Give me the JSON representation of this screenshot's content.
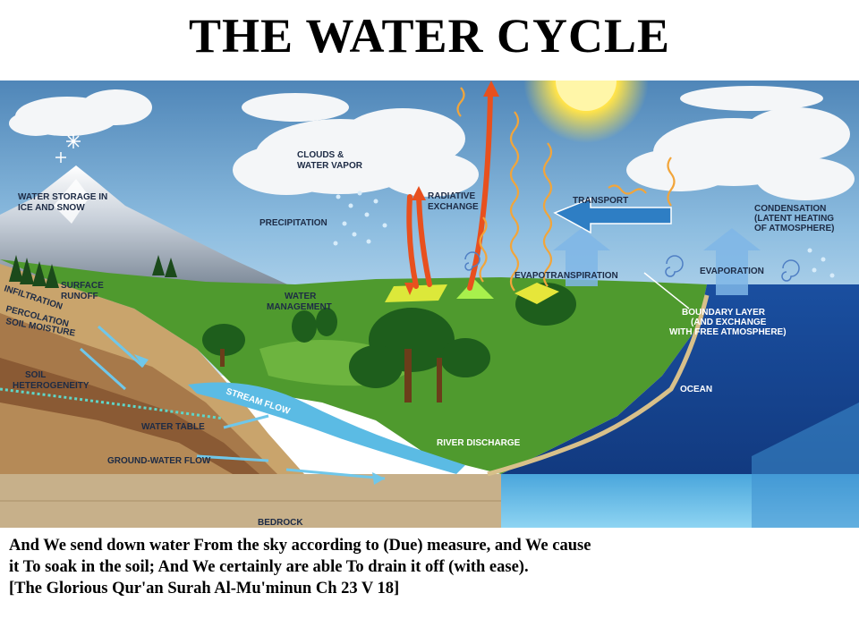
{
  "title": "THE WATER CYCLE",
  "labels": {
    "clouds": [
      "CLOUDS &",
      "WATER VAPOR"
    ],
    "storage": [
      "WATER STORAGE IN",
      "ICE AND SNOW"
    ],
    "precipitation": "PRECIPITATION",
    "radiative": [
      "RADIATIVE",
      "EXCHANGE"
    ],
    "transport": "TRANSPORT",
    "condensation": [
      "CONDENSATION",
      "(LATENT HEATING",
      "OF ATMOSPHERE)"
    ],
    "surface_runoff": [
      "SURFACE",
      "RUNOFF"
    ],
    "infiltration": "INFILTRATION",
    "percolation": "PERCOLATION",
    "soil_moisture": "SOIL MOISTURE",
    "water_management": [
      "WATER",
      "MANAGEMENT"
    ],
    "evapotranspiration": "EVAPOTRANSPIRATION",
    "evaporation": "EVAPORATION",
    "boundary": [
      "BOUNDARY LAYER",
      "(AND EXCHANGE",
      "WITH FREE ATMOSPHERE)"
    ],
    "soil_heterogeneity": [
      "SOIL",
      "HETEROGENEITY"
    ],
    "ocean": "OCEAN",
    "stream_flow": "STREAM FLOW",
    "water_table": "WATER TABLE",
    "river_discharge": "RIVER DISCHARGE",
    "groundwater": "GROUND-WATER FLOW",
    "bedrock": "BEDROCK"
  },
  "quote": {
    "line1": "And We send down water From the sky according to (Due) measure, and We cause",
    "line2": "it To soak in the soil; And We certainly are able To drain it off (with ease).",
    "line3": "[The Glorious Qur'an Surah Al-Mu'minun Ch 23 V 18]"
  },
  "colors": {
    "sky": "#7fb2d8",
    "ocean": "#1f56a8",
    "land": "#4f9a2e",
    "arrow_red": "#e8501e",
    "wave_orange": "#f2a53a",
    "transport_blue": "#2e7ec4",
    "sun": "#ffe34a"
  }
}
